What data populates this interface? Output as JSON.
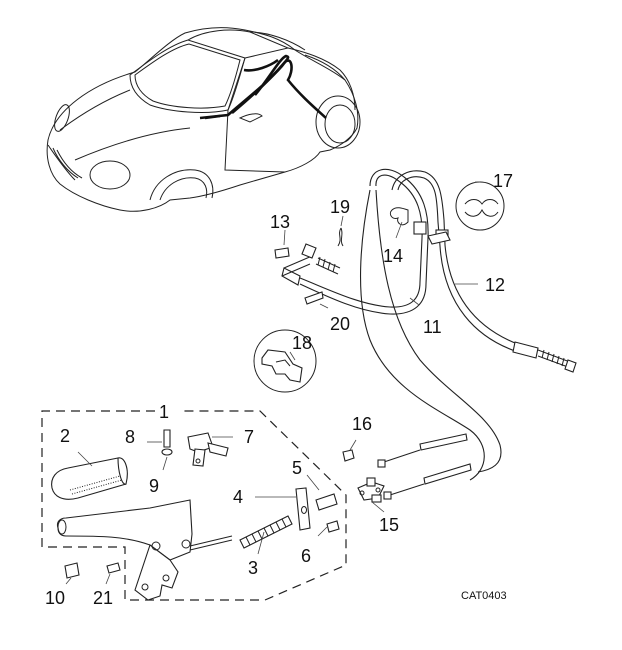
{
  "diagram": {
    "title_code": "CAT0403",
    "subject": "handbrake-assembly-exploded-view",
    "callouts": [
      {
        "id": "1",
        "label": "1"
      },
      {
        "id": "2",
        "label": "2"
      },
      {
        "id": "3",
        "label": "3"
      },
      {
        "id": "4",
        "label": "4"
      },
      {
        "id": "5",
        "label": "5"
      },
      {
        "id": "6",
        "label": "6"
      },
      {
        "id": "7",
        "label": "7"
      },
      {
        "id": "8",
        "label": "8"
      },
      {
        "id": "9",
        "label": "9"
      },
      {
        "id": "10",
        "label": "10"
      },
      {
        "id": "11",
        "label": "11"
      },
      {
        "id": "12",
        "label": "12"
      },
      {
        "id": "13",
        "label": "13"
      },
      {
        "id": "14",
        "label": "14"
      },
      {
        "id": "15",
        "label": "15"
      },
      {
        "id": "16",
        "label": "16"
      },
      {
        "id": "17",
        "label": "17"
      },
      {
        "id": "18",
        "label": "18"
      },
      {
        "id": "19",
        "label": "19"
      },
      {
        "id": "20",
        "label": "20"
      },
      {
        "id": "21",
        "label": "21"
      }
    ]
  }
}
